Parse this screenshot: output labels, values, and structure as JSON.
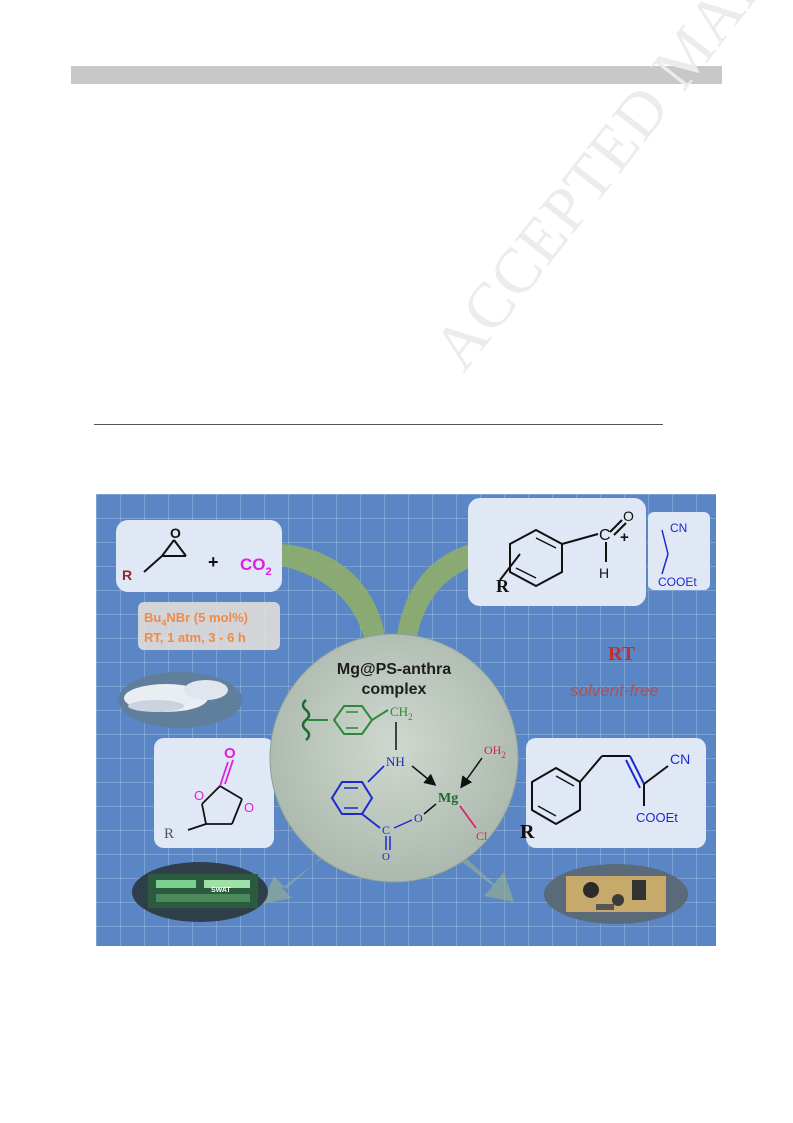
{
  "watermark": "ACCEPTED MANUSCRIPT",
  "graphic": {
    "center_title_line1": "Mg@PS-anthra",
    "center_title_line2": "complex",
    "epoxide_r": "R",
    "epoxide_o": "O",
    "plus": "+",
    "co2_main": "CO",
    "co2_sub": "2",
    "cond_line1_a": "Bu",
    "cond_line1_sub": "4",
    "cond_line1_b": "NBr (5 mol%)",
    "cond_line2": "RT, 1 atm, 3 - 6 h",
    "carbonate_o_top": "O",
    "carbonate_o1": "O",
    "carbonate_o2": "O",
    "carbonate_r": "R",
    "aldehyde_r": "R",
    "aldehyde_c": "C",
    "aldehyde_o": "O",
    "aldehyde_h": "H",
    "aldehyde_plus": "+",
    "cn_label": "CN",
    "cooet_label": "COOEt",
    "rt_label": "RT",
    "solvent_label": "solvent-free",
    "product_cn": "CN",
    "product_cooet": "COOEt",
    "product_r": "R",
    "complex_ch2": "CH",
    "complex_ch2_sub": "2",
    "complex_nh": "NH",
    "complex_mg": "Mg",
    "complex_oh2": "OH",
    "complex_oh2_sub": "2",
    "complex_cl": "Cl",
    "complex_c": "C",
    "complex_o": "O",
    "complex_o_bottom": "O",
    "device_label": "SWAT",
    "colors": {
      "background": "#5a86c6",
      "panel": "#dfe8f4",
      "arrow": "#8fae6a",
      "magenta": "#e020e0",
      "orange": "#f08a4b",
      "blue_text": "#1a2ad0",
      "green": "#2a8a3a",
      "red_rt": "#c03030"
    }
  }
}
